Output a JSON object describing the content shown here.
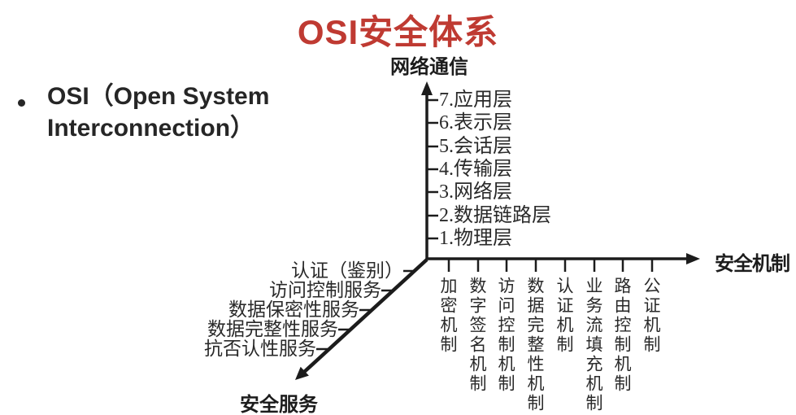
{
  "title": "OSI安全体系",
  "bullet": {
    "text": "OSI（Open System Interconnection）"
  },
  "axes": {
    "network": {
      "label": "网络通信",
      "layers": [
        "7.应用层",
        "6.表示层",
        "5.会话层",
        "4.传输层",
        "3.网络层",
        "2.数据链路层",
        "1.物理层"
      ]
    },
    "mechanism": {
      "label": "安全机制",
      "items": [
        "加密机制",
        "数字签名机制",
        "访问控制机制",
        "数据完整性机制",
        "认证机制",
        "业务流填充机制",
        "路由控制机制",
        "公证机制"
      ]
    },
    "service": {
      "label": "安全服务",
      "items": [
        "认证（鉴别）",
        "访问控制服务",
        "数据保密性服务",
        "数据完整性服务",
        "抗否认性服务"
      ]
    }
  },
  "colors": {
    "title_red": "#bf3a32",
    "ink": "#1c1c1c"
  }
}
